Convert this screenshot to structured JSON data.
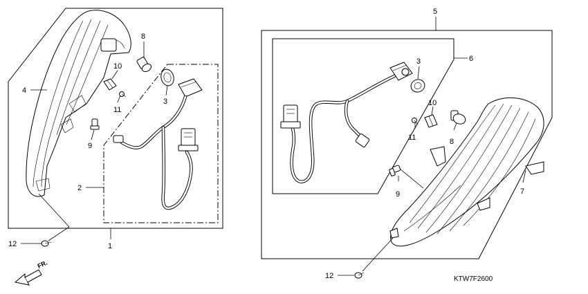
{
  "callouts": {
    "c1": "1",
    "c2": "2",
    "c3_left": "3",
    "c4": "4",
    "c8_left": "8",
    "c9_left": "9",
    "c10_left": "10",
    "c11_left": "11",
    "c12_left": "12",
    "c5": "5",
    "c6": "6",
    "c3_right": "3",
    "c7": "7",
    "c8_right": "8",
    "c9_right": "9",
    "c10_right": "10",
    "c11_right": "11",
    "c12_right": "12"
  },
  "direction_label": "FR.",
  "diagram_code": "KTW7F2600"
}
